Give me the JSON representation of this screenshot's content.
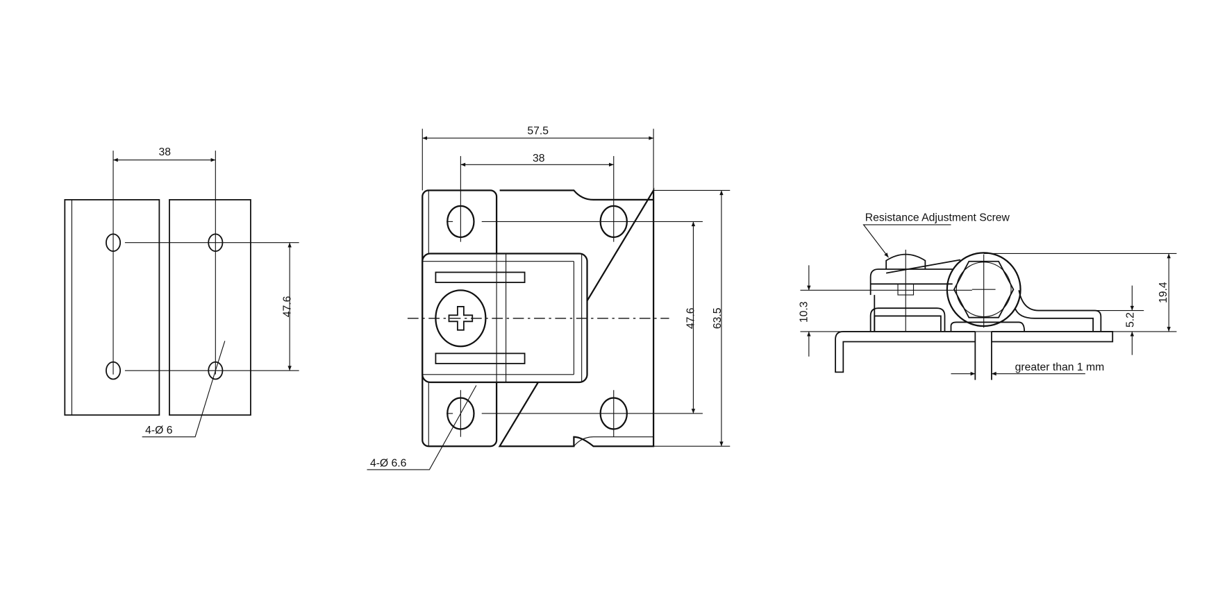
{
  "left_view": {
    "dim_hole_spacing": "38",
    "dim_vertical_spacing": "47.6",
    "hole_callout": "4-Ø 6"
  },
  "front_view": {
    "dim_overall_width": "57.5",
    "dim_hole_spacing": "38",
    "dim_vertical_spacing": "47.6",
    "dim_overall_height": "63.5",
    "hole_callout": "4-Ø 6.6"
  },
  "side_view": {
    "screw_label": "Resistance Adjustment Screw",
    "dim_axis_height": "10.3",
    "dim_overall_height": "19.4",
    "dim_leaf_height": "5.2",
    "gap_note": "greater than 1 mm"
  }
}
